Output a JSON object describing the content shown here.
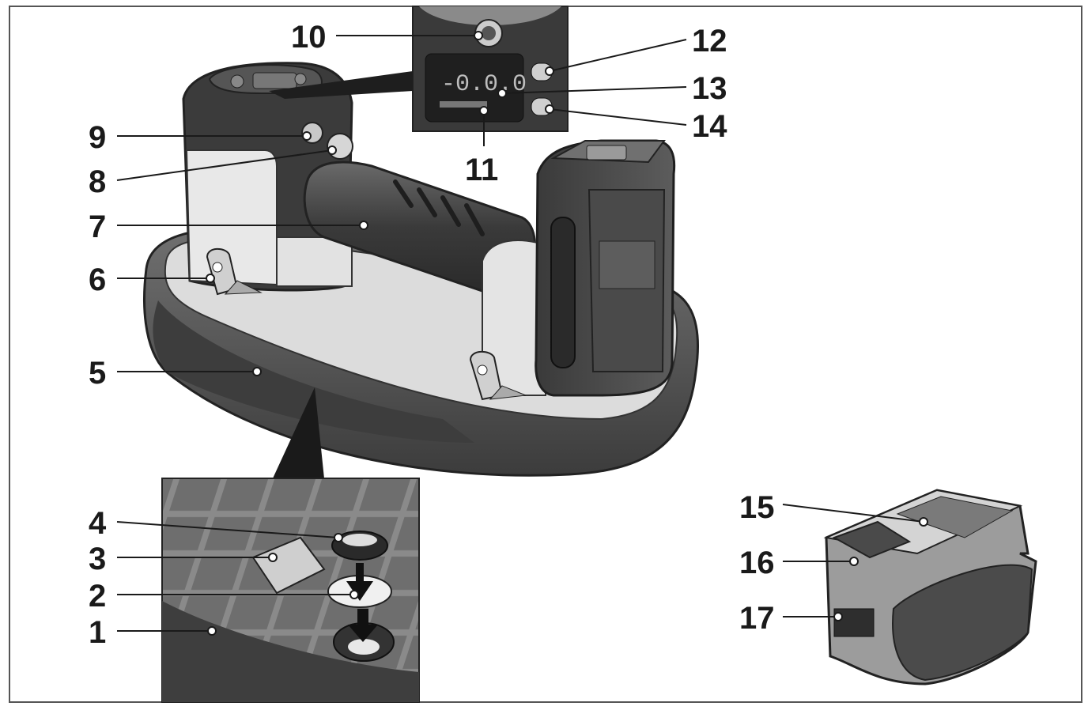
{
  "diagram": {
    "callouts": [
      {
        "id": "1",
        "label": "1"
      },
      {
        "id": "2",
        "label": "2"
      },
      {
        "id": "3",
        "label": "3"
      },
      {
        "id": "4",
        "label": "4"
      },
      {
        "id": "5",
        "label": "5"
      },
      {
        "id": "6",
        "label": "6"
      },
      {
        "id": "7",
        "label": "7"
      },
      {
        "id": "8",
        "label": "8"
      },
      {
        "id": "9",
        "label": "9"
      },
      {
        "id": "10",
        "label": "10"
      },
      {
        "id": "11",
        "label": "11"
      },
      {
        "id": "12",
        "label": "12"
      },
      {
        "id": "13",
        "label": "13"
      },
      {
        "id": "14",
        "label": "14"
      },
      {
        "id": "15",
        "label": "15"
      },
      {
        "id": "16",
        "label": "16"
      },
      {
        "id": "17",
        "label": "17"
      }
    ],
    "display_readout": "-0.0.0"
  },
  "colors": {
    "dark": "#2e2e2e",
    "mid": "#5a5a5a",
    "light": "#cfcfcf",
    "pale": "#e6e6e6",
    "frame": "#444444"
  }
}
